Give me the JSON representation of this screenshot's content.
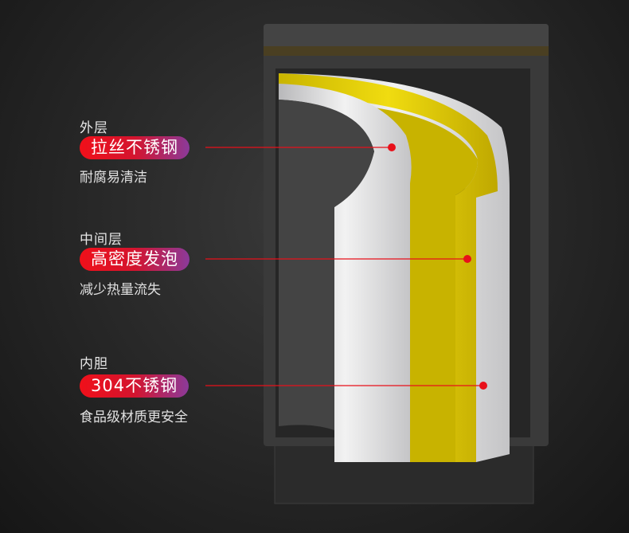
{
  "layers": [
    {
      "title": "外层",
      "highlight": "拉丝不锈钢",
      "desc": "耐腐易清洁"
    },
    {
      "title": "中间层",
      "highlight": "高密度发泡",
      "desc": "减少热量流失"
    },
    {
      "title": "内胆",
      "highlight": "304不锈钢",
      "desc": "食品级材质更安全"
    }
  ],
  "colors": {
    "pointer": "#e8101a",
    "foam": "#e6d200",
    "steel": "#d8d8da",
    "pill_start": "#f0101a",
    "pill_end": "#8b3a9a"
  }
}
